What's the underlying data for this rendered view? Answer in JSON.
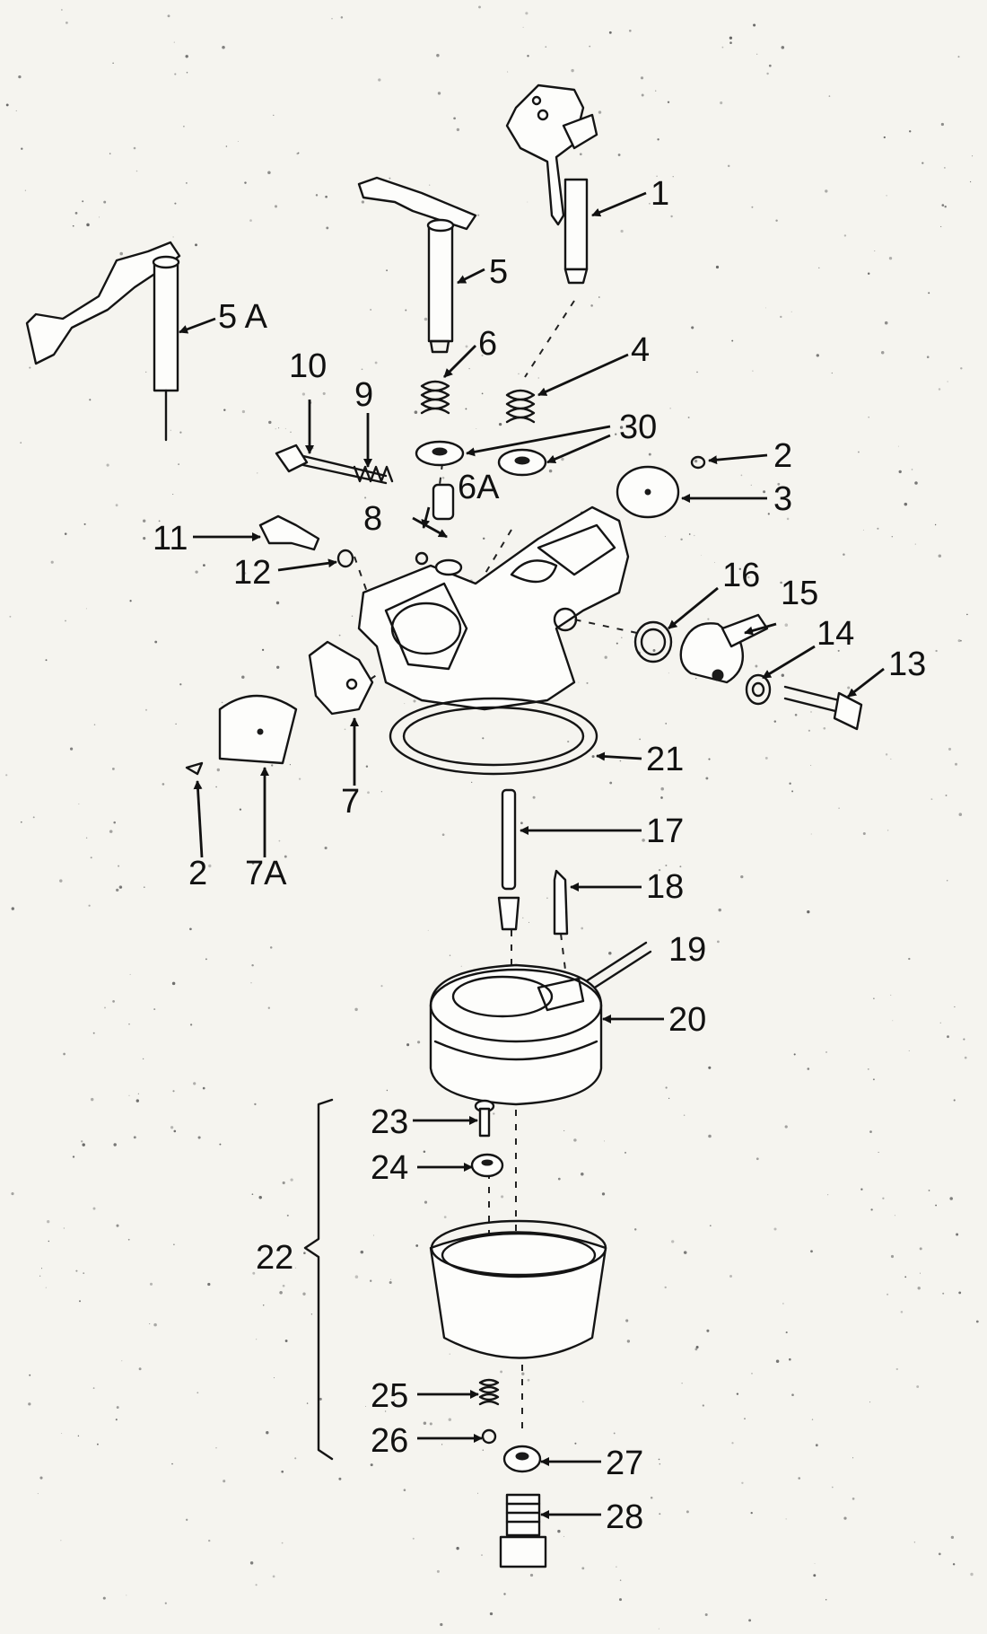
{
  "figure": {
    "callouts": [
      "1",
      "2",
      "3",
      "4",
      "5",
      "5 A",
      "6",
      "6A",
      "7",
      "7A",
      "8",
      "9",
      "10",
      "11",
      "12",
      "13",
      "14",
      "15",
      "16",
      "17",
      "18",
      "19",
      "20",
      "21",
      "22",
      "23",
      "24",
      "25",
      "26",
      "27",
      "28",
      "30",
      "2"
    ]
  }
}
